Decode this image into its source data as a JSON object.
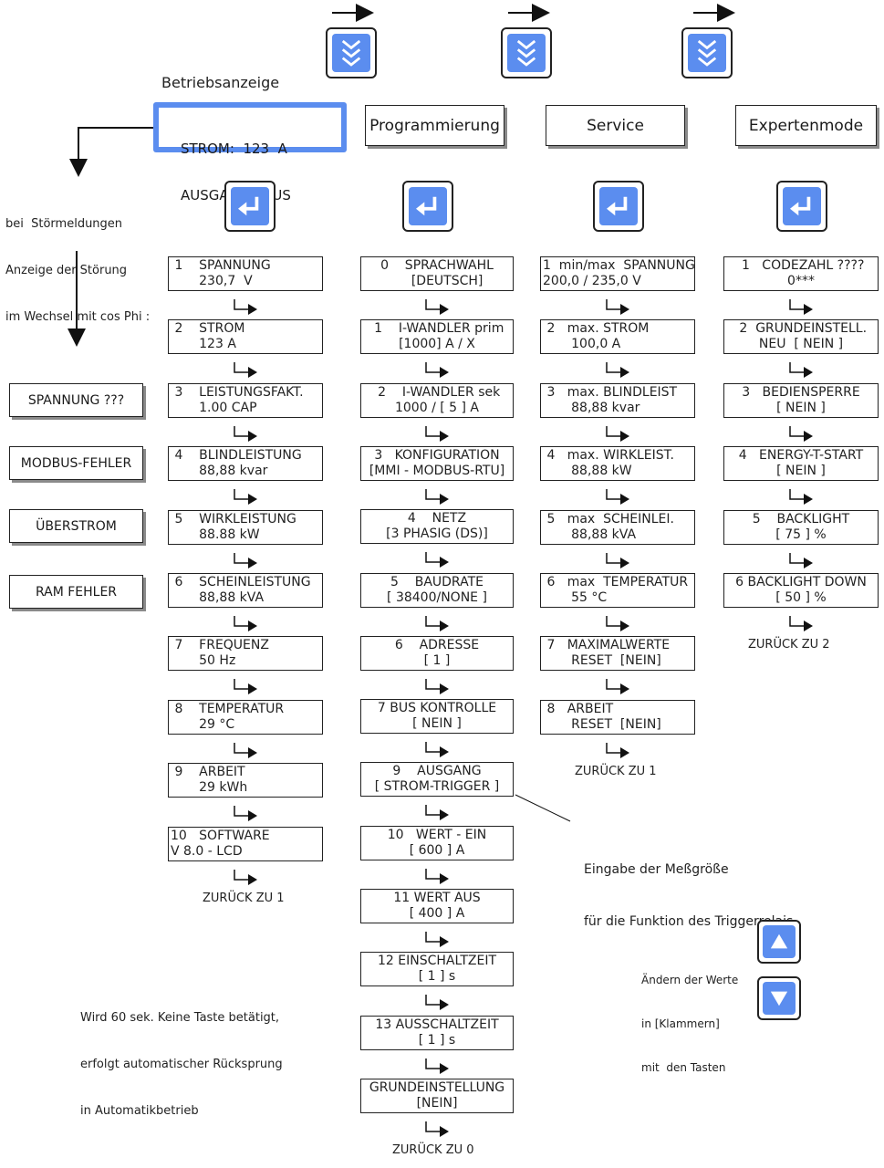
{
  "main_display": {
    "label": "Betriebsanzeige",
    "line1": "STROM:  123  A",
    "line2": "AUSGANG:  AUS"
  },
  "menu_headers": [
    "Programmierung",
    "Service",
    "Expertenmode"
  ],
  "fault_note": {
    "line1": "bei  Störmeldungen",
    "line2": "Anzeige der Störung",
    "line3": "im Wechsel mit cos Phi :"
  },
  "faults": [
    "SPANNUNG ???",
    "MODBUS-FEHLER",
    "ÜBERSTROM",
    "RAM FEHLER"
  ],
  "col1": {
    "items": [
      {
        "l1": " 1    SPANNUNG",
        "l2": "       230,7  V"
      },
      {
        "l1": " 2    STROM",
        "l2": "       123 A"
      },
      {
        "l1": " 3    LEISTUNGSFAKT.",
        "l2": "       1.00 CAP"
      },
      {
        "l1": " 4    BLINDLEISTUNG",
        "l2": "       88,88 kvar"
      },
      {
        "l1": " 5    WIRKLEISTUNG",
        "l2": "       88.88 kW"
      },
      {
        "l1": " 6    SCHEINLEISTUNG",
        "l2": "       88,88 kVA"
      },
      {
        "l1": " 7    FREQUENZ",
        "l2": "       50 Hz"
      },
      {
        "l1": " 8    TEMPERATUR",
        "l2": "       29 °C"
      },
      {
        "l1": " 9    ARBEIT",
        "l2": "       29 kWh"
      },
      {
        "l1": "10   SOFTWARE",
        "l2": "V 8.0 - LCD"
      }
    ],
    "back": "ZURÜCK ZU 1"
  },
  "col2": {
    "items": [
      {
        "l1": "0    SPRACHWAHL",
        "l2": "     [DEUTSCH]"
      },
      {
        "l1": " 1    I-WANDLER prim",
        "l2": "[1000] A / X"
      },
      {
        "l1": " 2    I-WANDLER sek",
        "l2": "1000 / [ 5 ] A"
      },
      {
        "l1": "3   KONFIGURATION",
        "l2": "[MMI - MODBUS-RTU]"
      },
      {
        "l1": "4    NETZ",
        "l2": "[3 PHASIG (DS)]"
      },
      {
        "l1": "5    BAUDRATE",
        "l2": "[ 38400/NONE ]"
      },
      {
        "l1": "6    ADRESSE",
        "l2": "[ 1 ]"
      },
      {
        "l1": "7 BUS KONTROLLE",
        "l2": "[ NEIN ]"
      },
      {
        "l1": "9    AUSGANG",
        "l2": "[ STROM-TRIGGER ]"
      },
      {
        "l1": "10   WERT - EIN",
        "l2": "[ 600 ] A"
      },
      {
        "l1": "11 WERT AUS",
        "l2": "[ 400 ] A"
      },
      {
        "l1": "12 EINSCHALTZEIT",
        "l2": "[ 1 ] s"
      },
      {
        "l1": "13 AUSSCHALTZEIT",
        "l2": "[ 1 ] s"
      },
      {
        "l1": "GRUNDEINSTELLUNG",
        "l2": "[NEIN]"
      }
    ],
    "back": "ZURÜCK ZU 0"
  },
  "col3": {
    "items": [
      {
        "l1": "1  min/max  SPANNUNG",
        "l2": "200,0 / 235,0 V"
      },
      {
        "l1": " 2   max. STROM",
        "l2": "       100,0 A"
      },
      {
        "l1": " 3   max. BLINDLEIST",
        "l2": "       88,88 kvar"
      },
      {
        "l1": " 4   max. WIRKLEIST.",
        "l2": "       88,88 kW"
      },
      {
        "l1": " 5   max  SCHEINLEI.",
        "l2": "       88,88 kVA"
      },
      {
        "l1": " 6   max  TEMPERATUR",
        "l2": "       55 °C"
      },
      {
        "l1": " 7   MAXIMALWERTE",
        "l2": "       RESET  [NEIN]"
      },
      {
        "l1": " 8   ARBEIT",
        "l2": "       RESET  [NEIN]"
      }
    ],
    "back": "ZURÜCK ZU 1"
  },
  "col4": {
    "items": [
      {
        "l1": " 1   CODEZAHL ????",
        "l2": "0***"
      },
      {
        "l1": " 2  GRUNDEINSTELL.",
        "l2": "NEU  [ NEIN ]"
      },
      {
        "l1": "3   BEDIENSPERRE",
        "l2": "[ NEIN ]"
      },
      {
        "l1": "4   ENERGY-T-START",
        "l2": "[ NEIN ]"
      },
      {
        "l1": "5    BACKLIGHT",
        "l2": "[ 75 ] %"
      },
      {
        "l1": "6 BACKLIGHT DOWN",
        "l2": "[ 50 ] %"
      }
    ],
    "back": "ZURÜCK ZU 2"
  },
  "trigger_note": {
    "line1": "Eingabe der Meßgröße",
    "line2": "für die Funktion des Triggerrelais"
  },
  "timeout_note": {
    "line1": "Wird 60 sek. Keine Taste betätigt,",
    "line2": "erfolgt automatischer Rücksprung",
    "line3": "in Automatikbetrieb"
  },
  "keys_note": {
    "line1": "Ändern der Werte",
    "line2": "in [Klammern]",
    "line3": "mit  den Tasten"
  },
  "colors": {
    "key_blue": "#5b8def",
    "border": "#222222",
    "shadow": "#8a8a8a"
  },
  "icons": [
    "arrow-right-icon",
    "double-chevron-down-icon",
    "enter-icon",
    "triangle-up-icon",
    "triangle-down-icon",
    "small-return-arrow-icon"
  ]
}
